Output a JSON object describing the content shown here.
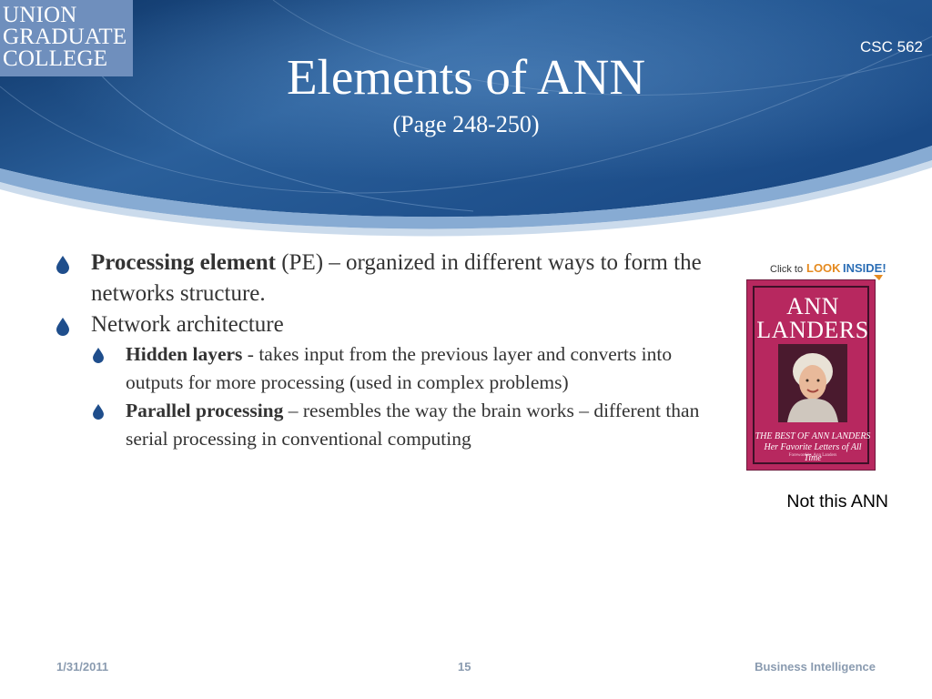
{
  "logo": {
    "lines": [
      "UNION",
      "GRADUATE",
      "COLLEGE"
    ]
  },
  "header": {
    "course": "CSC 562",
    "title": "Elements of ANN",
    "subtitle": "(Page 248-250)"
  },
  "bullets": [
    {
      "bold": "Processing element",
      "text": " (PE) – organized in different ways to form the networks structure."
    },
    {
      "bold": "",
      "text": "Network architecture"
    }
  ],
  "sub_bullets": [
    {
      "bold": "Hidden layers",
      "text": "  - takes input from the previous layer and converts into outputs for more processing (used in complex problems)"
    },
    {
      "bold": "Parallel processing",
      "text": " – resembles the way the brain works – different than serial processing in conventional computing"
    }
  ],
  "book": {
    "banner_prefix": "Click to",
    "banner_look": "LOOK",
    "banner_inside": "INSIDE!",
    "title_line1": "ANN",
    "title_line2": "LANDERS",
    "subtitle_line1": "THE BEST OF ANN LANDERS",
    "subtitle_line2": "Her Favorite Letters of All Time",
    "fine_print": "Foreword by Ann Landers"
  },
  "caption": "Not this ANN",
  "footer": {
    "date": "1/31/2011",
    "page": "15",
    "course_name": "Business Intelligence"
  },
  "colors": {
    "header_dark": "#0d3466",
    "header_mid": "#2a5a94",
    "text": "#333333",
    "bullet": "#1f4e8c",
    "footer": "#8a9bb0"
  }
}
